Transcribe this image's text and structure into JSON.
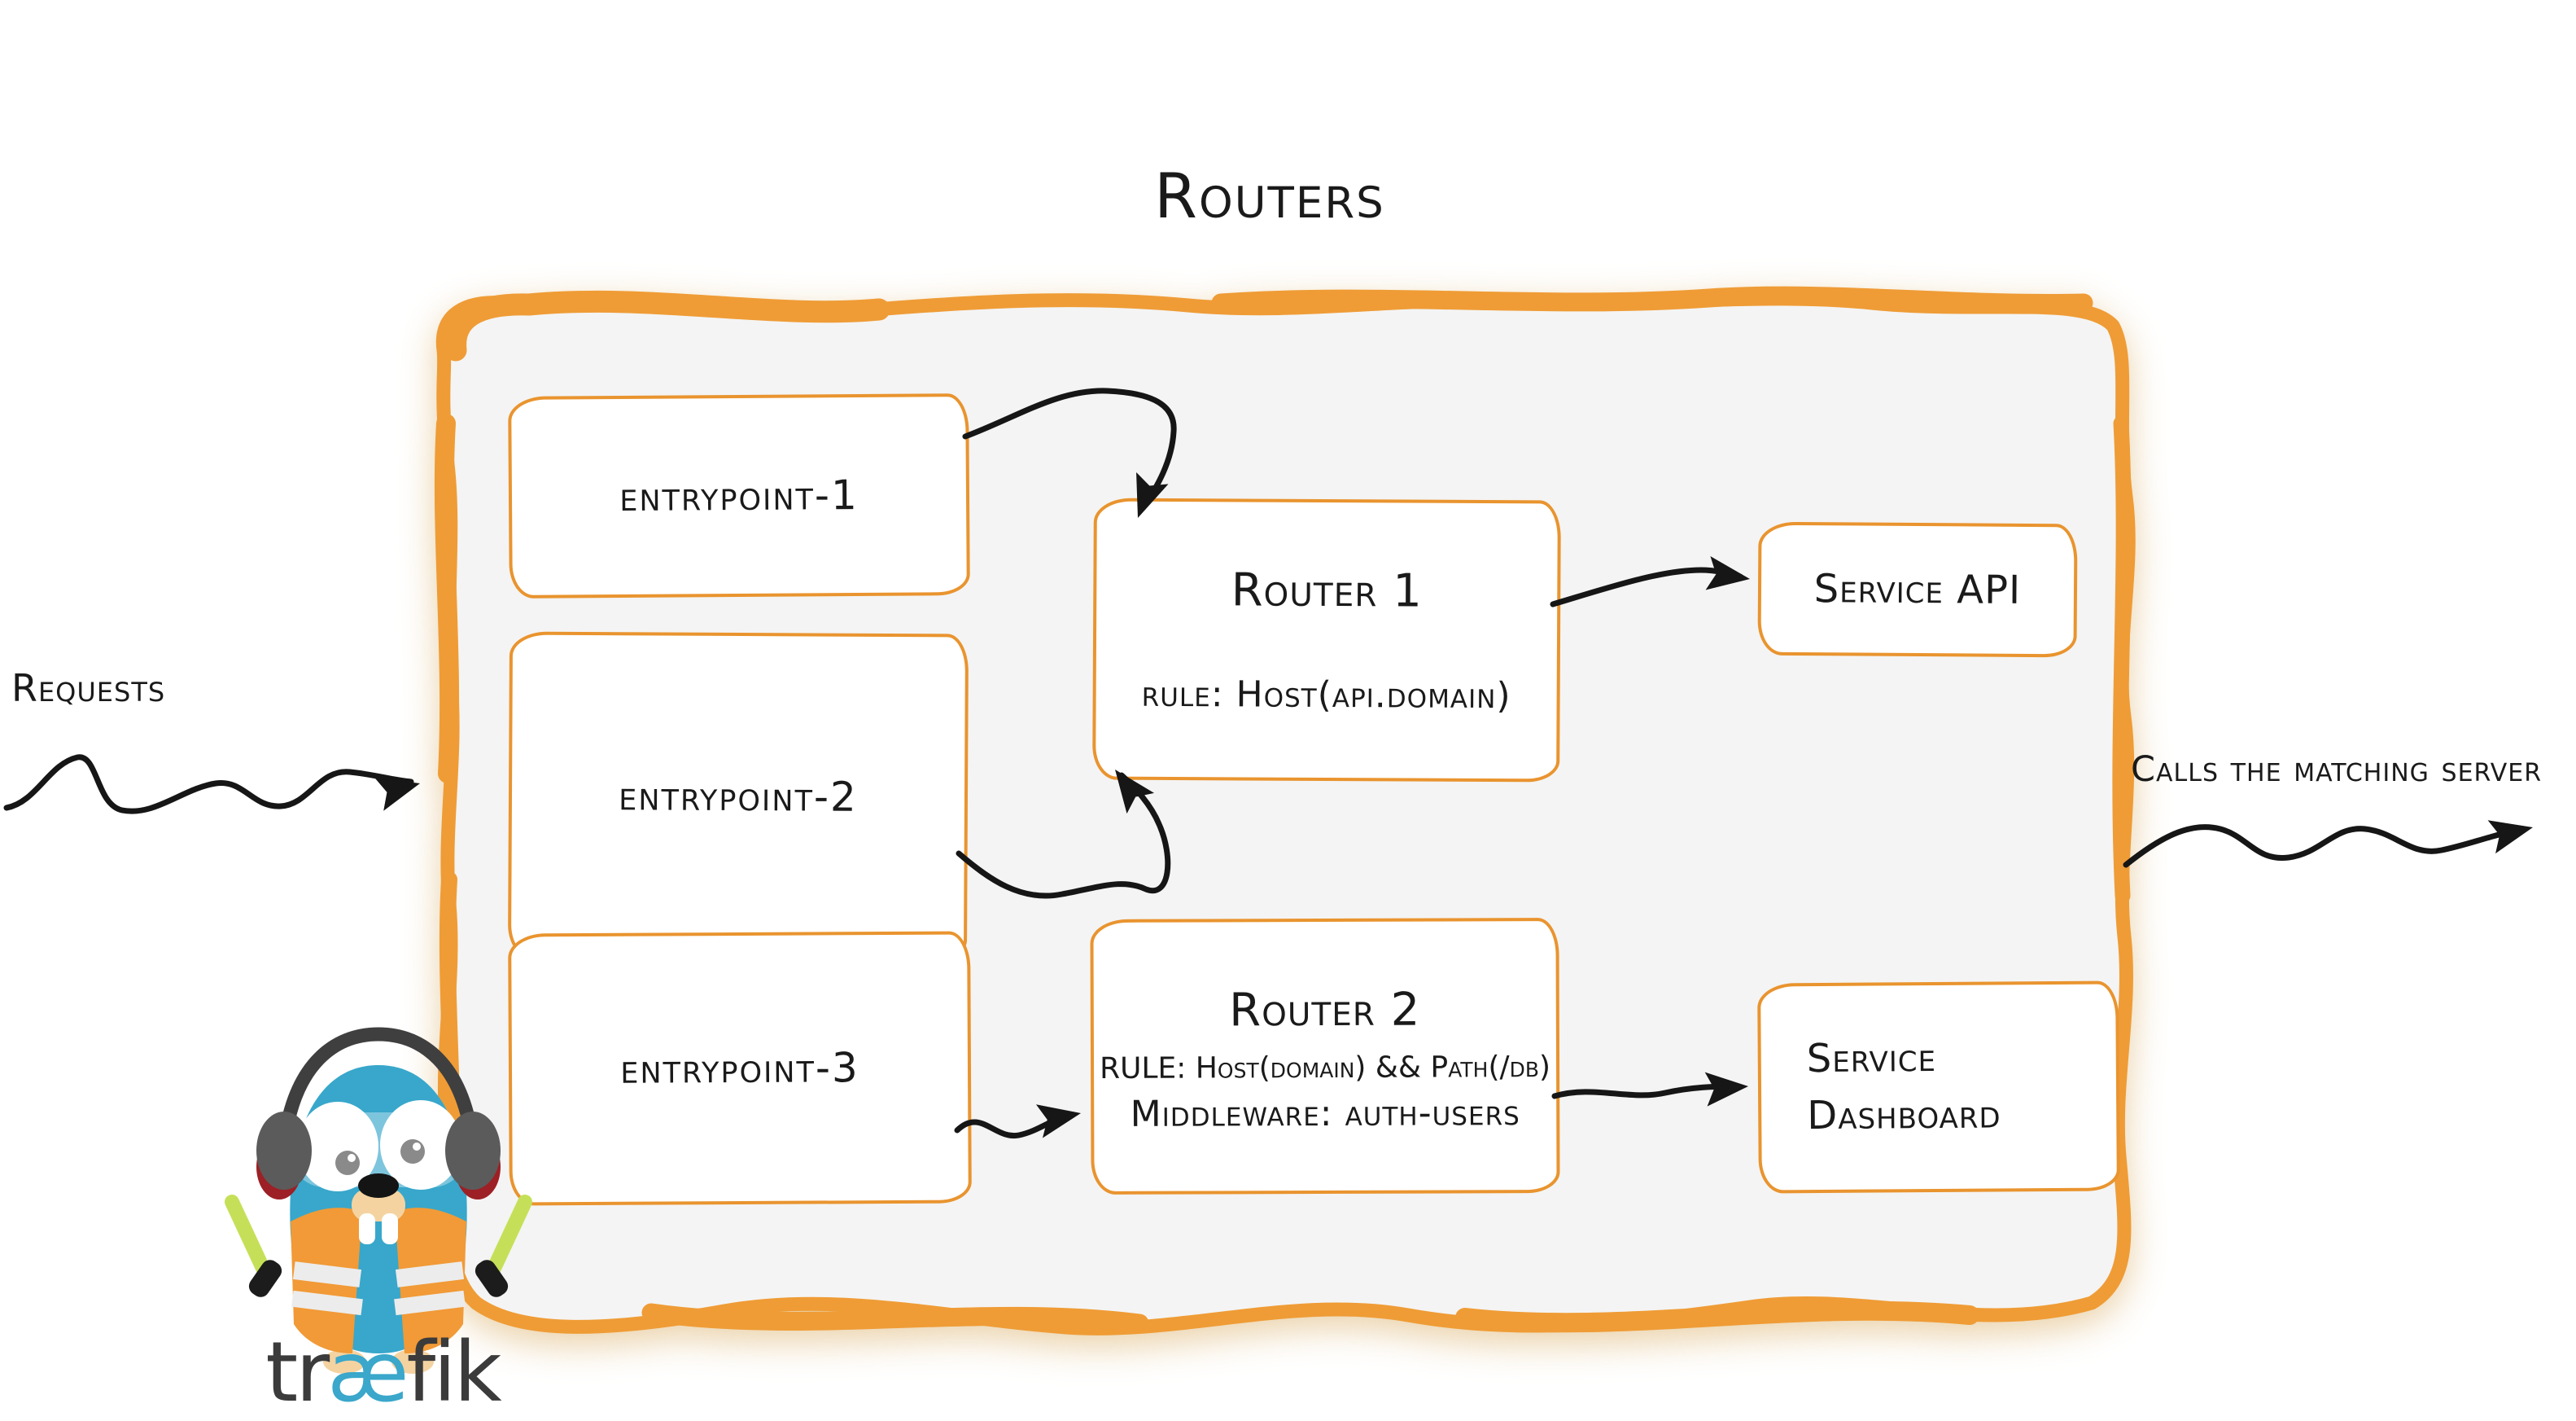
{
  "title": "Routers",
  "labels": {
    "requests": "Requests",
    "calls": "Calls the matching server"
  },
  "entrypoints": [
    {
      "label": "entrypoint-1"
    },
    {
      "label": "entrypoint-2"
    },
    {
      "label": "entrypoint-3"
    }
  ],
  "routers": [
    {
      "title": "Router 1",
      "rule": "rule: Host(api.domain)"
    },
    {
      "title": "Router 2",
      "rule": "RULE: Host(domain) && Path(/db)",
      "middleware": "Middleware: auth-users"
    }
  ],
  "services": [
    {
      "label": "Service API"
    },
    {
      "label_line1": "Service",
      "label_line2": "Dashboard"
    }
  ],
  "logo": {
    "part1": "tr",
    "part2": "æ",
    "part3": "fik"
  },
  "colors": {
    "container_border": "#EF9C36",
    "box_border": "#E9942F",
    "container_fill": "#F4F4F4",
    "ink": "#1A1A1A",
    "gopher_blue": "#38A7CB",
    "wordmark_gray": "#3B3B3B",
    "wordmark_ae_blue": "#3AA7CB",
    "vest_orange": "#F19A37",
    "baton_green": "#C5E058"
  }
}
